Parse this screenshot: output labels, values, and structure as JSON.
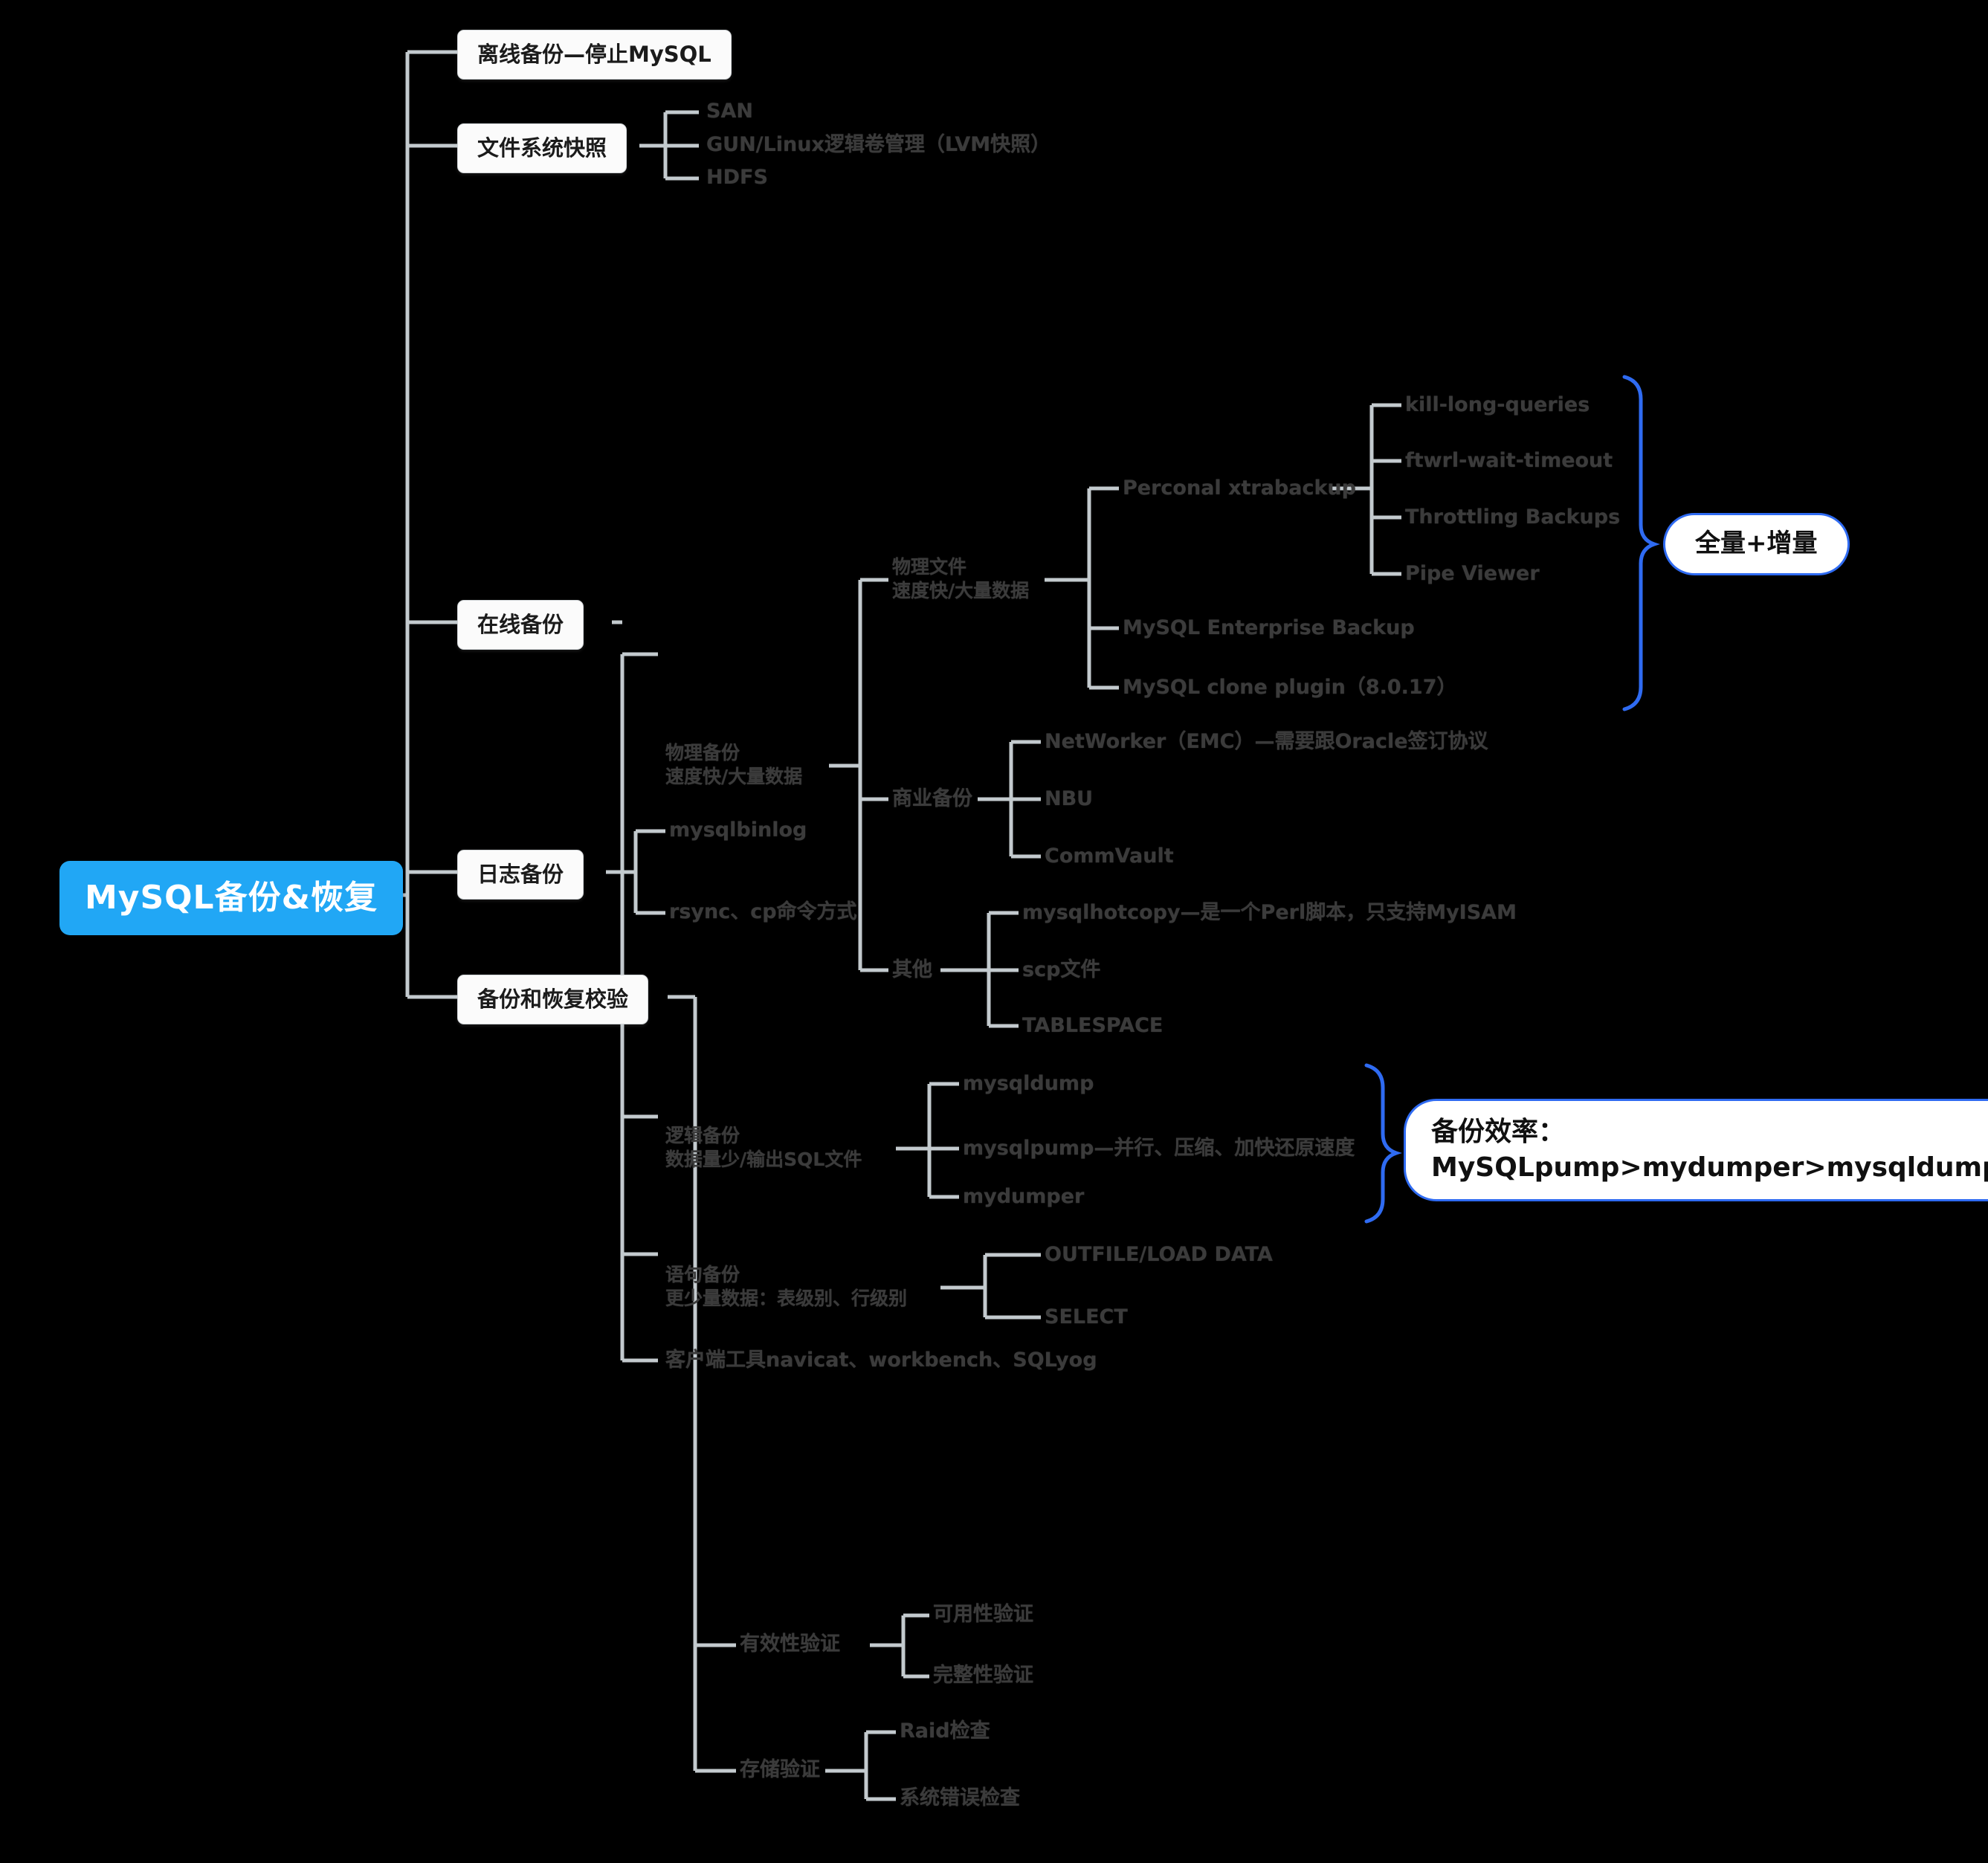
{
  "root": {
    "label": "MySQL备份&恢复",
    "color": "#21a7f5"
  },
  "theme": {
    "background": "#000000",
    "wire_color": "#c3cace",
    "accent_blue": "#2f6bf2",
    "text_color": "#3b3b3b"
  },
  "branches": {
    "offline_backup": {
      "label": "离线备份—停止MySQL"
    },
    "fs_snapshot": {
      "label": "文件系统快照",
      "children": [
        {
          "label": "SAN"
        },
        {
          "label": "GUN/Linux逻辑卷管理（LVM快照）"
        },
        {
          "label": "HDFS"
        }
      ]
    },
    "online_backup": {
      "label": "在线备份",
      "physical_backup": {
        "line1": "物理备份",
        "line2": "速度快/大量数据",
        "physical_file": {
          "line1": "物理文件",
          "line2": "速度快/大量数据",
          "children": [
            {
              "label": "Perconal xtrabackup",
              "children": [
                {
                  "label": "kill-long-queries"
                },
                {
                  "label": "ftwrl-wait-timeout"
                },
                {
                  "label": "Throttling Backups"
                },
                {
                  "label": "Pipe Viewer"
                }
              ]
            },
            {
              "label": "MySQL Enterprise Backup"
            },
            {
              "label": "MySQL clone plugin（8.0.17）"
            }
          ]
        },
        "commercial_backup": {
          "label": "商业备份",
          "children": [
            {
              "label": "NetWorker（EMC）—需要跟Oracle签订协议"
            },
            {
              "label": "NBU"
            },
            {
              "label": "CommVault"
            }
          ]
        },
        "other": {
          "label": "其他",
          "children": [
            {
              "label": "mysqlhotcopy—是一个Perl脚本，只支持MyISAM"
            },
            {
              "label": "scp文件"
            },
            {
              "label": "TABLESPACE"
            }
          ]
        }
      },
      "logical_backup": {
        "line1": "逻辑备份",
        "line2": "数据量少/输出SQL文件",
        "children": [
          {
            "label": "mysqldump"
          },
          {
            "label": "mysqlpump—并行、压缩、加快还原速度"
          },
          {
            "label": "mydumper"
          }
        ]
      },
      "statement_backup": {
        "line1": "语句备份",
        "line2": "更少量数据：表级别、行级别",
        "children": [
          {
            "label": "OUTFILE/LOAD DATA"
          },
          {
            "label": "SELECT"
          }
        ]
      },
      "client_tools": {
        "label": "客户端工具navicat、workbench、SQLyog"
      }
    },
    "log_backup": {
      "label": "日志备份",
      "children": [
        {
          "label": "mysqlbinlog"
        },
        {
          "label": "rsync、cp命令方式"
        }
      ]
    },
    "verify": {
      "label": "备份和恢复校验",
      "validity": {
        "label": "有效性验证",
        "children": [
          {
            "label": "可用性验证"
          },
          {
            "label": "完整性验证"
          }
        ]
      },
      "storage": {
        "label": "存储验证",
        "children": [
          {
            "label": "Raid检查"
          },
          {
            "label": "系统错误检查"
          }
        ]
      }
    }
  },
  "callouts": {
    "full_incremental": {
      "label": "全量+增量"
    },
    "efficiency": {
      "line1": "备份效率：",
      "line2": "MySQLpump>mydumper>mysqldump"
    }
  }
}
